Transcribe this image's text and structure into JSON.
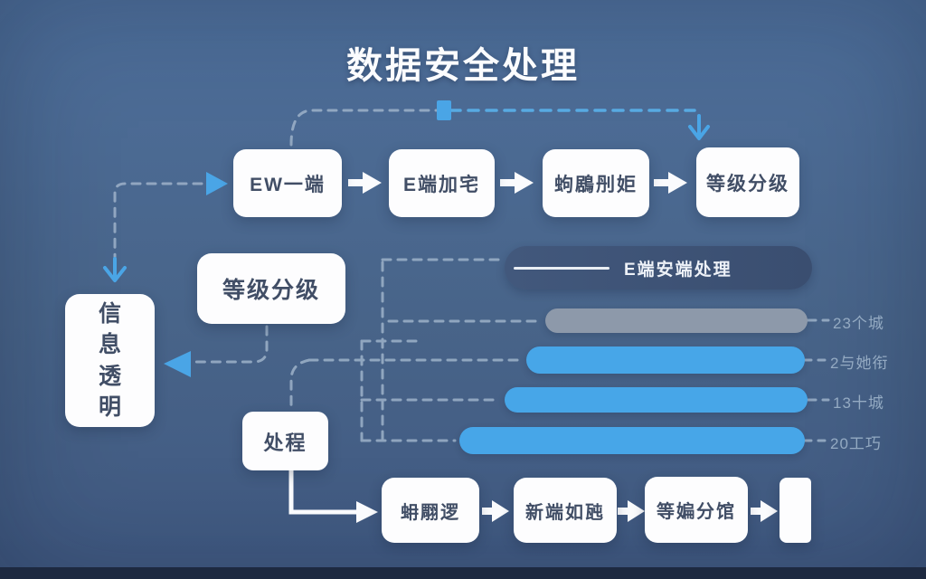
{
  "title": "数据安全处理",
  "top_flow": {
    "nodes": [
      "EW一端",
      "E端加宅",
      "蚼鶋刐姖",
      "等级分级"
    ]
  },
  "middle": {
    "level_node": "等级分级",
    "info_node": "信息透明",
    "process_node": "处程",
    "header_pill": "E端安端处理"
  },
  "bars": [
    {
      "label": "23个城",
      "color": "#8d99aa"
    },
    {
      "label": "2与她衔",
      "color": "#47a6e8"
    },
    {
      "label": "13十城",
      "color": "#47a6e8"
    },
    {
      "label": "20工巧",
      "color": "#47a6e8"
    }
  ],
  "bottom_flow": {
    "nodes": [
      "蚦翢逻",
      "新端如瓲",
      "等媥分馆"
    ]
  },
  "colors": {
    "background": "#48648c",
    "accent_blue": "#47a6e8",
    "bar_gray": "#8d99aa",
    "pill_dark": "#3e5274",
    "node_text": "#414e66",
    "dashed_line": "#9db2c9"
  }
}
